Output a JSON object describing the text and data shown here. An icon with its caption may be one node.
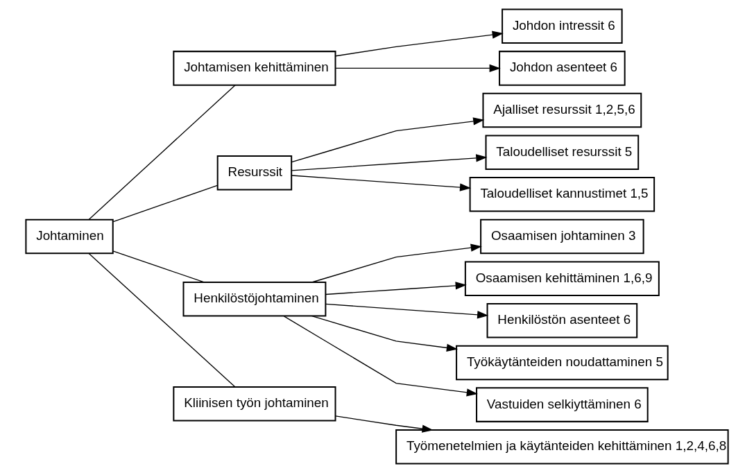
{
  "diagram": {
    "nodes": [
      {
        "text": [
          "Johtaminen"
        ]
      },
      {
        "text": [
          "Johtamisen kehittäminen"
        ]
      },
      {
        "text": [
          "Johdon intressit 6"
        ]
      },
      {
        "text": [
          "Johdon asenteet 6"
        ]
      },
      {
        "text": [
          "Resurssit"
        ]
      },
      {
        "text": [
          "Ajalliset resurssit 1,2,5,6"
        ]
      },
      {
        "text": [
          "Taloudelliset resurssit 5"
        ]
      },
      {
        "text": [
          "Taloudelliset kannustimet 1,5"
        ]
      },
      {
        "text": [
          "Henkilöstöjohtaminen"
        ]
      },
      {
        "text": [
          "Osaamisen johtaminen 3"
        ]
      },
      {
        "text": [
          "Osaamisen kehittäminen 1,6,9"
        ]
      },
      {
        "text": [
          "Henkilöstön asenteet 6"
        ]
      },
      {
        "text": [
          "Työkäytänteiden noudattaminen 5"
        ]
      },
      {
        "text": [
          "Vastuiden selkiyttäminen 6"
        ]
      },
      {
        "text": [
          "Kliinisen työn johtaminen"
        ]
      },
      {
        "text": [
          "Työmenetelmien ja käytänteiden kehittäminen 1,2,4,6,8"
        ]
      }
    ],
    "edges": [
      {
        "from": 0,
        "to": 1,
        "arrow": "none"
      },
      {
        "from": 0,
        "to": 4,
        "arrow": "none"
      },
      {
        "from": 0,
        "to": 8,
        "arrow": "none"
      },
      {
        "from": 0,
        "to": 14,
        "arrow": "none"
      },
      {
        "from": 1,
        "to": 2,
        "arrow": "to"
      },
      {
        "from": 1,
        "to": 3,
        "arrow": "to"
      },
      {
        "from": 4,
        "to": 5,
        "arrow": "to"
      },
      {
        "from": 4,
        "to": 6,
        "arrow": "to"
      },
      {
        "from": 4,
        "to": 7,
        "arrow": "to"
      },
      {
        "from": 8,
        "to": 9,
        "arrow": "to"
      },
      {
        "from": 8,
        "to": 10,
        "arrow": "to"
      },
      {
        "from": 8,
        "to": 11,
        "arrow": "to"
      },
      {
        "from": 8,
        "to": 12,
        "arrow": "to"
      },
      {
        "from": 8,
        "to": 13,
        "arrow": "to"
      },
      {
        "from": 14,
        "to": 15,
        "arrow": "to"
      }
    ]
  }
}
